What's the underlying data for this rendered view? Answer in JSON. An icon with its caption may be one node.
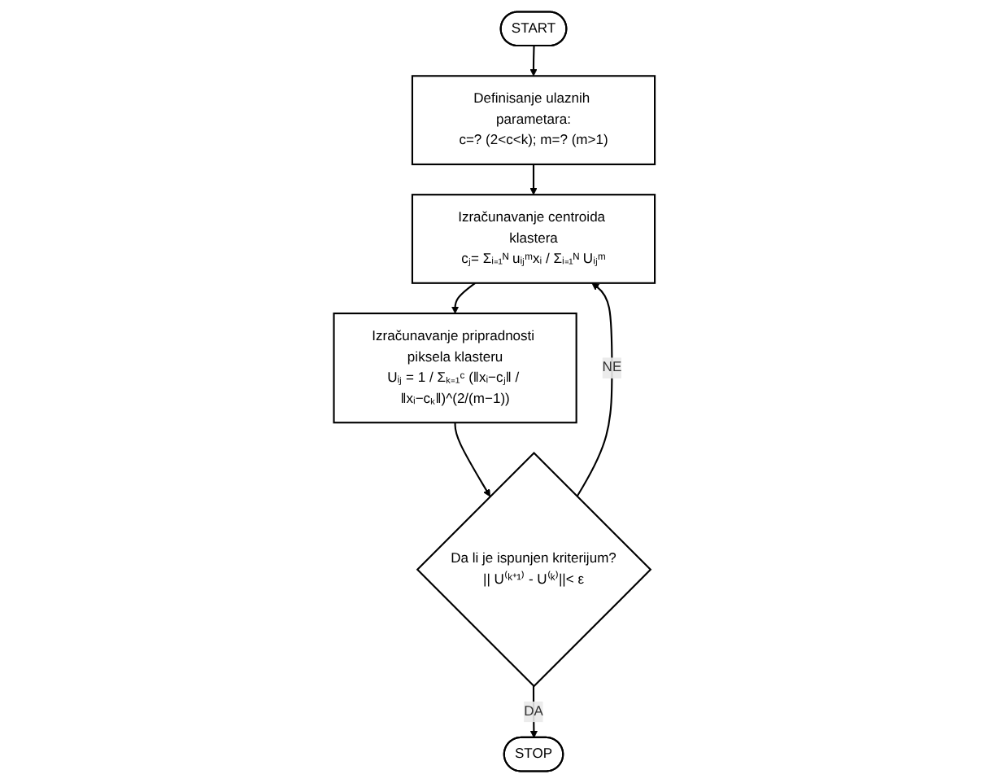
{
  "diagram": {
    "nodes": [
      {
        "text": [
          "START"
        ]
      },
      {
        "text": [
          "Definisanje ulaznih parametara:",
          "c=? (2<c<k); m=? (m>1)"
        ]
      },
      {
        "text": [
          "Izračunavanje centroida klastera",
          "cⱼ= Σᵢ₌₁ᴺ uᵢⱼᵐxᵢ / Σᵢ₌₁ᴺ Uᵢⱼᵐ"
        ]
      },
      {
        "text": [
          "Izračunavanje pripradnosti piksela klasteru",
          "Uᵢⱼ = 1 / Σₖ₌₁ᶜ (‖xᵢ−cⱼ‖ / ‖xᵢ−cₖ‖)^(2/(m−1))"
        ]
      },
      {
        "text": [
          "Da li je ispunjen kriterijum?",
          "|| U⁽ᵏ⁺¹⁾ - U⁽ᵏ⁾||< ε"
        ]
      },
      {
        "text": [
          "STOP"
        ]
      }
    ],
    "edges": [
      {
        "from": 0,
        "to": 1,
        "arrow": "to"
      },
      {
        "from": 1,
        "to": 2,
        "arrow": "to"
      },
      {
        "from": 2,
        "to": 3,
        "arrow": "to"
      },
      {
        "from": 3,
        "to": 4,
        "arrow": "to"
      },
      {
        "from": 4,
        "to": 2,
        "label": "NE",
        "arrow": "to"
      },
      {
        "from": 4,
        "to": 5,
        "label": "DA",
        "arrow": "to"
      }
    ]
  }
}
